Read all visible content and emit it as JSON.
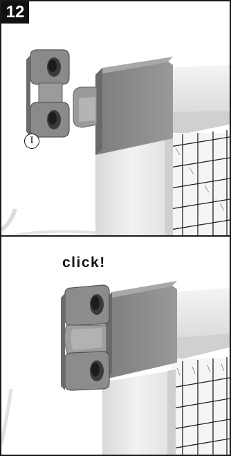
{
  "step": {
    "number": "12"
  },
  "top_panel": {
    "marker_label": "I"
  },
  "bottom_panel": {
    "caption": "click!"
  },
  "colors": {
    "frame_border": "#1a1a1a",
    "cap_grey": "#8e8e8e",
    "post_white": "#ececec",
    "mesh_line": "#222222",
    "badge_bg": "#111111"
  }
}
